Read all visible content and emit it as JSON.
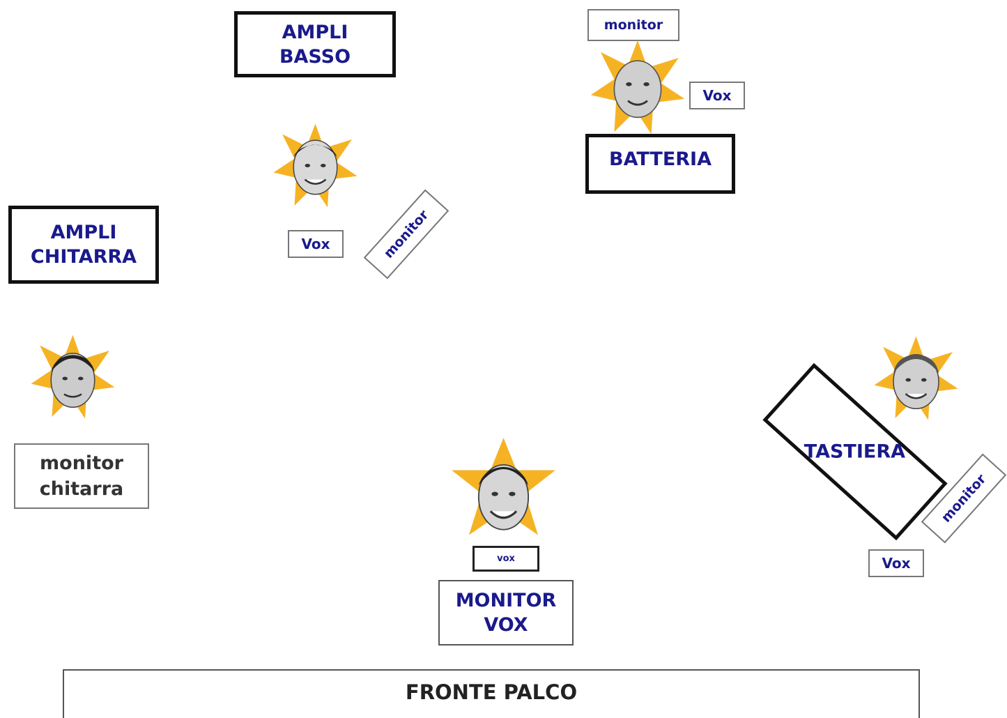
{
  "labels": {
    "ampli_basso": "AMPLI\nBASSO",
    "ampli_chitarra": "AMPLI\nCHITARRA",
    "batteria": "BATTERIA",
    "tastiera": "TASTIERA",
    "monitor_vox": "MONITOR\nVOX",
    "monitor_chitarra": "monitor\nchitarra",
    "fronte_palco": "FRONTE PALCO",
    "monitor_drum": "monitor",
    "monitor_bass": "monitor",
    "monitor_keys": "monitor",
    "vox_drum": "Vox",
    "vox_bass": "Vox",
    "vox_keys": "Vox",
    "vox_lead": "vox"
  },
  "colors": {
    "label_blue": "#1a1a8c",
    "star": "#f5b324",
    "border": "#111111"
  },
  "musicians": [
    {
      "icon": "star-face-icon",
      "role": "batteria"
    },
    {
      "icon": "star-face-icon",
      "role": "basso"
    },
    {
      "icon": "star-face-icon",
      "role": "chitarra"
    },
    {
      "icon": "star-face-icon",
      "role": "voce"
    },
    {
      "icon": "star-face-icon",
      "role": "tastiera"
    }
  ]
}
